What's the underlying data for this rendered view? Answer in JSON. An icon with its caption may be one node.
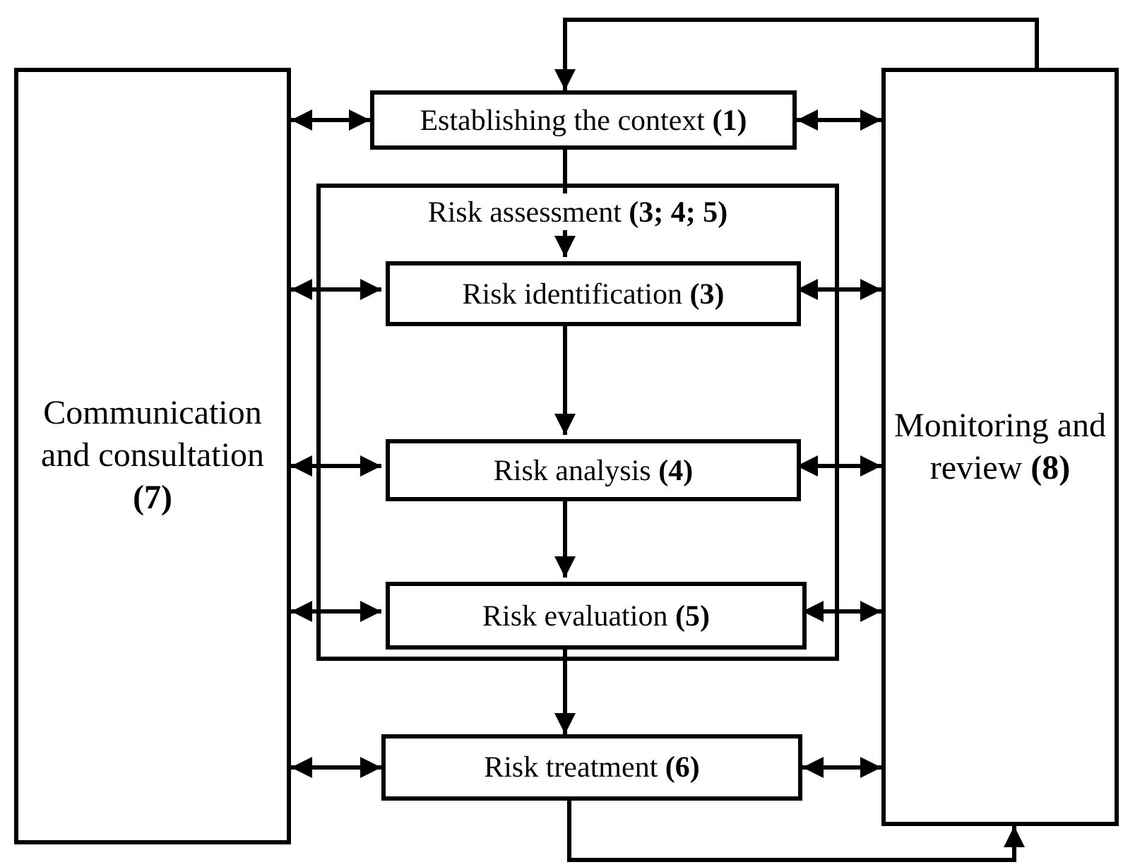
{
  "diagram": {
    "nodes": [
      {
        "text": [
          "Communication and consultation **(7)**"
        ]
      },
      {
        "text": [
          "Establishing the context **(1)**"
        ]
      },
      {
        "text": [
          "Risk assessment **(3; 4; 5)**"
        ]
      },
      {
        "text": [
          "Risk identification **(3)**"
        ],
        "in": 2
      },
      {
        "text": [
          "Risk analysis **(4)**"
        ],
        "in": 2
      },
      {
        "text": [
          "Risk evaluation **(5)**"
        ],
        "in": 2
      },
      {
        "text": [
          "Risk treatment **(6)**"
        ]
      },
      {
        "text": [
          "Monitoring and review **(8)**"
        ]
      }
    ],
    "edges": [
      {
        "from": 7,
        "to": 1,
        "arrow": "to"
      },
      {
        "from": 1,
        "to": 3,
        "arrow": "to"
      },
      {
        "from": 3,
        "to": 4,
        "arrow": "to"
      },
      {
        "from": 4,
        "to": 5,
        "arrow": "to"
      },
      {
        "from": 5,
        "to": 6,
        "arrow": "to"
      },
      {
        "from": 6,
        "to": 7,
        "arrow": "to"
      },
      {
        "from": 0,
        "to": 1,
        "arrow": "both"
      },
      {
        "from": 0,
        "to": 3,
        "arrow": "both"
      },
      {
        "from": 0,
        "to": 4,
        "arrow": "both"
      },
      {
        "from": 0,
        "to": 5,
        "arrow": "both"
      },
      {
        "from": 0,
        "to": 6,
        "arrow": "both"
      },
      {
        "from": 1,
        "to": 7,
        "arrow": "both"
      },
      {
        "from": 3,
        "to": 7,
        "arrow": "both"
      },
      {
        "from": 4,
        "to": 7,
        "arrow": "both"
      },
      {
        "from": 5,
        "to": 7,
        "arrow": "both"
      },
      {
        "from": 6,
        "to": 7,
        "arrow": "both"
      }
    ]
  }
}
